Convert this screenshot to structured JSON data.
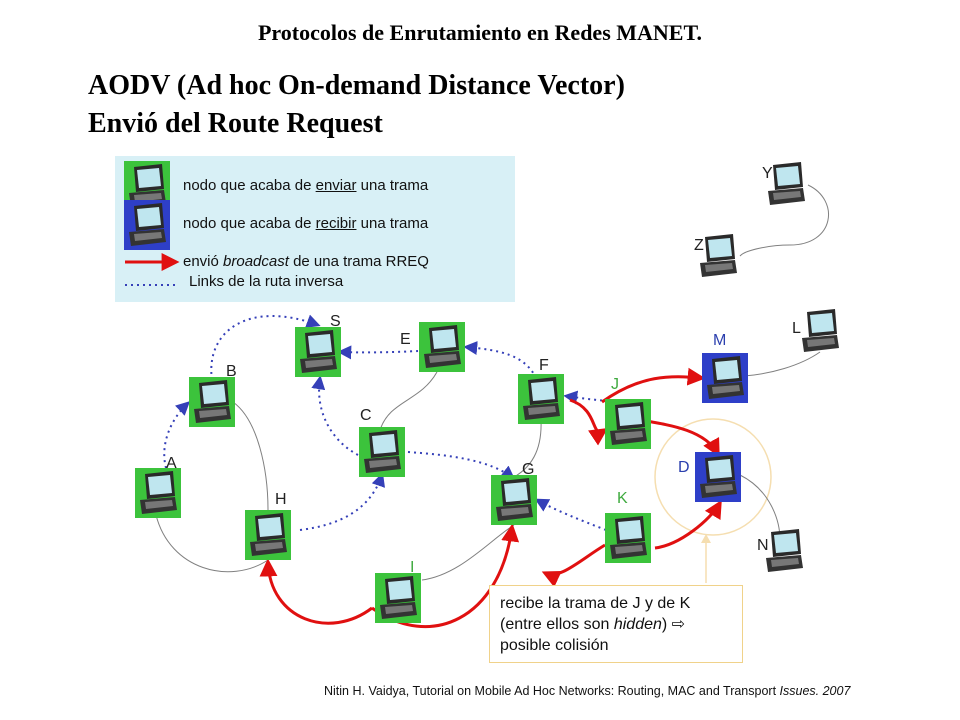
{
  "title": "Protocolos de Enrutamiento en Redes MANET.",
  "heading_line1": "AODV (Ad hoc On-demand Distance Vector)",
  "heading_line2": "Envió del Route Request",
  "legend": {
    "sent": {
      "before": "nodo que acaba de ",
      "emph": "enviar",
      "after": " una trama"
    },
    "received": {
      "before": "nodo que acaba de ",
      "emph": "recibir",
      "after": " una trama"
    },
    "broadcast": {
      "before": "envió ",
      "emph": "broadcast",
      "after": " de una trama RREQ"
    },
    "reverse": "Links de la ruta inversa"
  },
  "nodes": [
    {
      "id": "S",
      "label": "S",
      "state": "sent"
    },
    {
      "id": "E",
      "label": "E",
      "state": "sent"
    },
    {
      "id": "F",
      "label": "F",
      "state": "sent"
    },
    {
      "id": "B",
      "label": "B",
      "state": "sent"
    },
    {
      "id": "C",
      "label": "C",
      "state": "sent"
    },
    {
      "id": "A",
      "label": "A",
      "state": "sent"
    },
    {
      "id": "H",
      "label": "H",
      "state": "sent"
    },
    {
      "id": "G",
      "label": "G",
      "state": "sent"
    },
    {
      "id": "I",
      "label": "I",
      "state": "sent"
    },
    {
      "id": "J",
      "label": "J",
      "state": "sent"
    },
    {
      "id": "K",
      "label": "K",
      "state": "sent"
    },
    {
      "id": "M",
      "label": "M",
      "state": "received"
    },
    {
      "id": "D",
      "label": "D",
      "state": "received"
    },
    {
      "id": "Y",
      "label": "Y",
      "state": "idle"
    },
    {
      "id": "Z",
      "label": "Z",
      "state": "idle"
    },
    {
      "id": "L",
      "label": "L",
      "state": "idle"
    },
    {
      "id": "N",
      "label": "N",
      "state": "idle"
    }
  ],
  "callout": {
    "line1": "recibe la trama de J y de K",
    "line2_before": "(entre ellos son ",
    "line2_emph": "hidden",
    "line2_after": ") ⇨",
    "line3": "posible colisión"
  },
  "citation": {
    "before": "Nitin H. Vaidya, Tutorial on Mobile Ad Hoc Networks: Routing, MAC and Transport ",
    "emph": "Issues. 2007"
  },
  "colors": {
    "sent_fill": "#3cc33c",
    "received_fill": "#2e3fc8",
    "rreq_arrow": "#e01010",
    "reverse_link": "#3540b8",
    "link": "#808080",
    "legend_bg": "#d8f0f6",
    "range_circle": "#f5deb0"
  }
}
